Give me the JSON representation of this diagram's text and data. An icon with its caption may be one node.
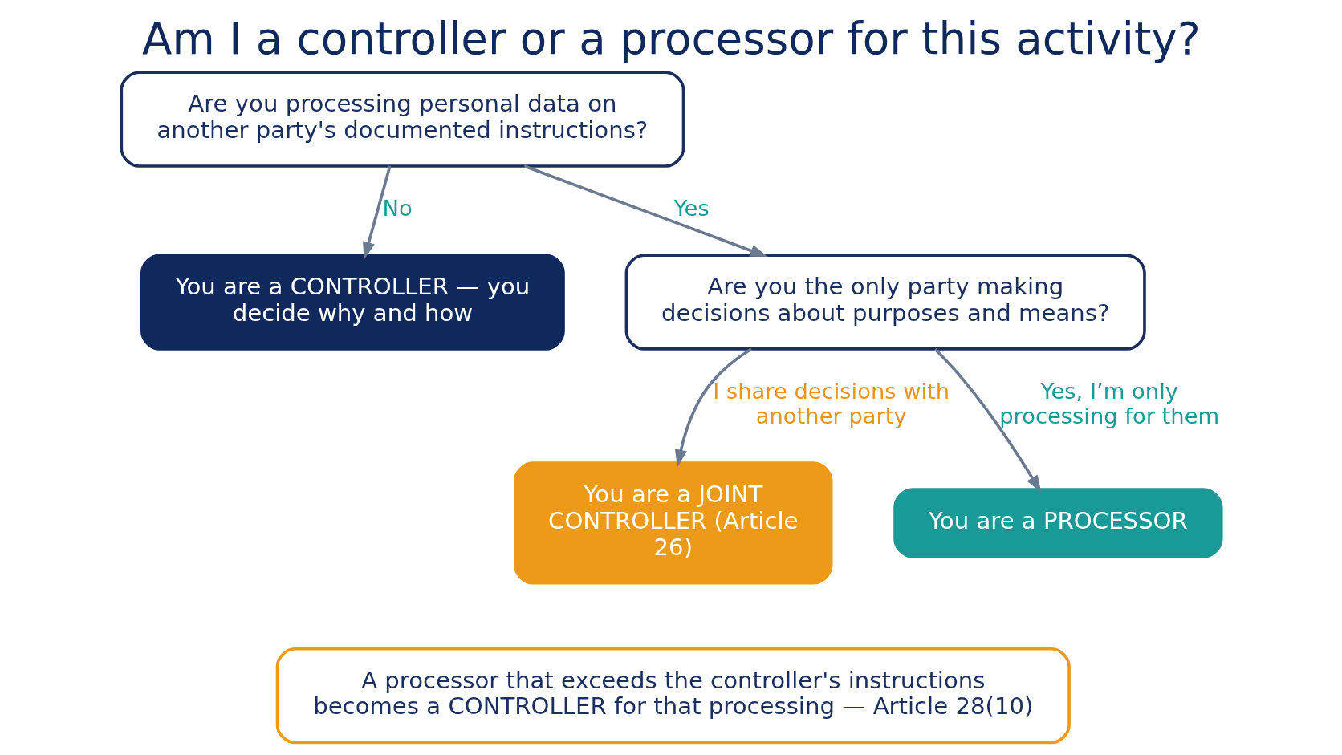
{
  "diagram": {
    "title": "Am I a controller or a processor for this activity?",
    "nodes": [
      {
        "text": [
          "Are you processing personal data on another party's documented instructions?"
        ]
      },
      {
        "text": [
          "You are a CONTROLLER — you decide why and how"
        ]
      },
      {
        "text": [
          "Are you the only party making decisions about purposes and means?"
        ]
      },
      {
        "text": [
          "You are a JOINT CONTROLLER (Article 26)"
        ]
      },
      {
        "text": [
          "You are a PROCESSOR"
        ]
      },
      {
        "text": [
          "A processor that exceeds the controller's instructions becomes a CONTROLLER for that processing — Article 28(10)"
        ]
      }
    ],
    "edges": [
      {
        "from": 0,
        "to": 1,
        "arrow": "to",
        "label": "No"
      },
      {
        "from": 0,
        "to": 2,
        "arrow": "to",
        "label": "Yes"
      },
      {
        "from": 2,
        "to": 3,
        "arrow": "to",
        "label": "I share decisions with another party"
      },
      {
        "from": 2,
        "to": 4,
        "arrow": "to",
        "label": "Yes, I’m only processing for them"
      }
    ]
  }
}
